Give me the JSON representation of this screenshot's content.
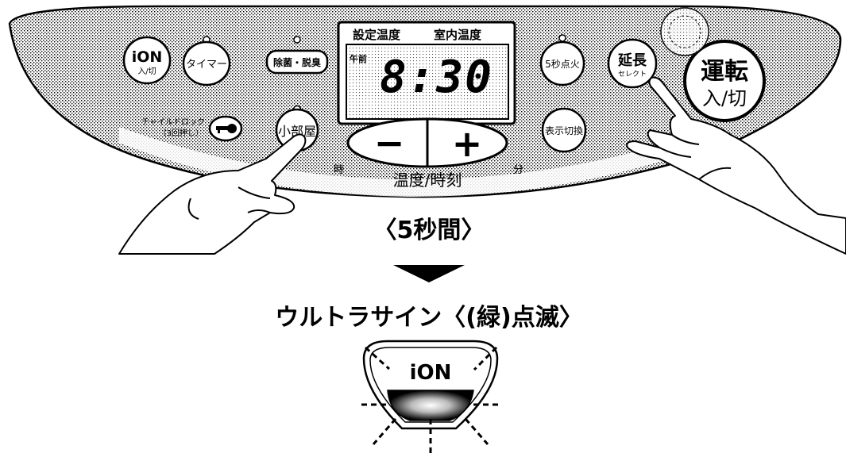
{
  "panel": {
    "display": {
      "header_set": "設定温度",
      "header_room": "室内温度",
      "am_pm": "午前",
      "time": "8:30"
    },
    "buttons": {
      "ion_top": "iON",
      "ion_bottom": "入/切",
      "timer": "タイマー",
      "dehumidify": "除菌・脱臭",
      "small_room": "小部屋",
      "five_sec": "5秒点火",
      "display_switch": "表示切換",
      "extend_top": "延長",
      "extend_bottom": "セレクト",
      "run_top": "運転",
      "run_bottom": "入/切",
      "minus": "−",
      "plus": "+"
    },
    "labels": {
      "child_lock": "チャイルドロック",
      "child_lock_sub": "（3回押し）",
      "hour": "時",
      "minute": "分",
      "temp_time": "温度/時刻"
    }
  },
  "duration": "〈5秒間〉",
  "caption": "ウルトラサイン〈(緑)点滅〉",
  "indicator": {
    "label": "iON"
  }
}
